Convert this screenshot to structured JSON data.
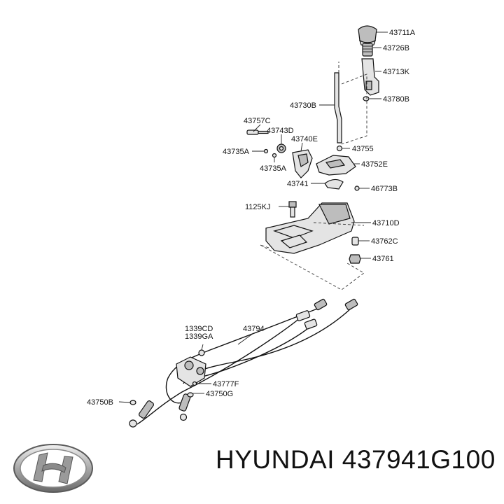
{
  "caption": "HYUNDAI 437941G100",
  "logo": {
    "name": "hyundai-logo-icon"
  },
  "callouts": [
    {
      "id": "c1",
      "text": "43711A"
    },
    {
      "id": "c2",
      "text": "43726B"
    },
    {
      "id": "c3",
      "text": "43713K"
    },
    {
      "id": "c4",
      "text": "43780B"
    },
    {
      "id": "c5",
      "text": "43730B"
    },
    {
      "id": "c6",
      "text": "43757C"
    },
    {
      "id": "c7",
      "text": "43743D"
    },
    {
      "id": "c8",
      "text": "43740E"
    },
    {
      "id": "c9",
      "text": "43755"
    },
    {
      "id": "c10",
      "text": "43735A"
    },
    {
      "id": "c11",
      "text": "43735A"
    },
    {
      "id": "c12",
      "text": "43752E"
    },
    {
      "id": "c13",
      "text": "43741"
    },
    {
      "id": "c14",
      "text": "46773B"
    },
    {
      "id": "c15",
      "text": "1125KJ"
    },
    {
      "id": "c16",
      "text": "43710D"
    },
    {
      "id": "c17",
      "text": "43762C"
    },
    {
      "id": "c18",
      "text": "43761"
    },
    {
      "id": "c19",
      "text": "1339CD"
    },
    {
      "id": "c20",
      "text": "1339GA"
    },
    {
      "id": "c21",
      "text": "43794"
    },
    {
      "id": "c22",
      "text": "43777F"
    },
    {
      "id": "c23",
      "text": "43750G"
    },
    {
      "id": "c24",
      "text": "43750B"
    }
  ]
}
